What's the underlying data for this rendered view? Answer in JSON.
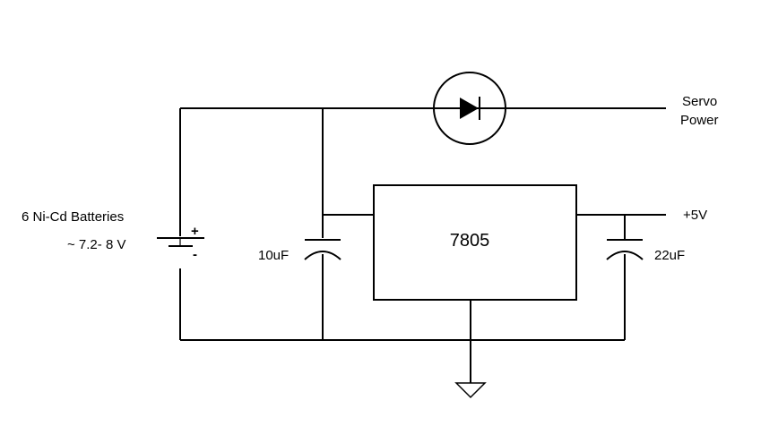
{
  "diagram": {
    "battery_label": "6 Ni-Cd Batteries",
    "battery_voltage": "~ 7.2- 8 V",
    "battery_plus": "+",
    "battery_minus": "-",
    "cap_in_label": "10uF",
    "cap_out_label": "22uF",
    "regulator_label": "7805",
    "servo_label_line1": "Servo",
    "servo_label_line2": "Power",
    "output_label": "+5V"
  }
}
